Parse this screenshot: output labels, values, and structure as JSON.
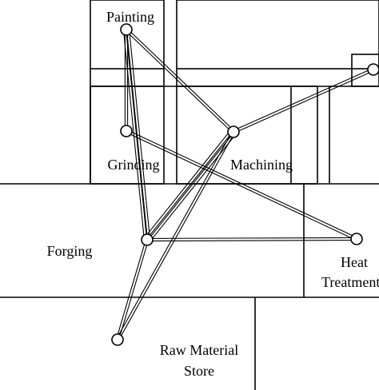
{
  "departments": {
    "painting": "Painting",
    "grinding": "Grinding",
    "machining": "Machining",
    "forging": "Forging",
    "heat_treatment_line1": "Heat",
    "heat_treatment_line2": "Treatment",
    "raw_material_line1": "Raw Material",
    "raw_material_line2": "Store"
  },
  "colors": {
    "line": "#000000",
    "background": "#ffffff",
    "node_fill": "#ffffff"
  }
}
